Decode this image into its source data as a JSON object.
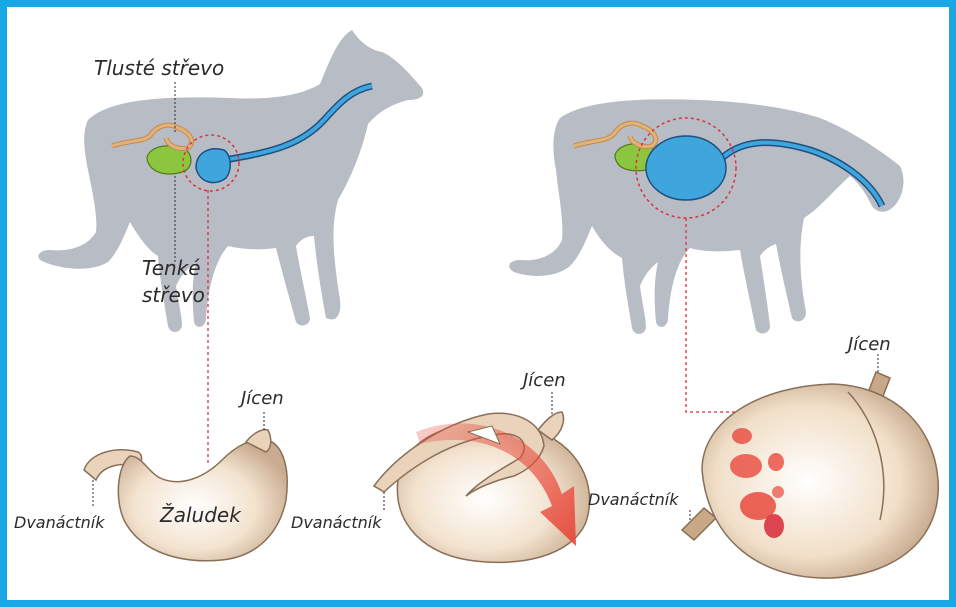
{
  "labels": {
    "large_intestine": "Tlusté střevo",
    "small_intestine_line1": "Tenké",
    "small_intestine_line2": "střevo",
    "esophagus_1": "Jícen",
    "esophagus_2": "Jícen",
    "esophagus_3": "Jícen",
    "duodenum_1": "Dvanáctník",
    "duodenum_2": "Dvanáctník",
    "duodenum_3": "Dvanáctník",
    "stomach": "Žaludek"
  },
  "colors": {
    "border": "#1aa7e6",
    "dog_silhouette": "#b8bcc4",
    "esophagus_blue": "#3ea6dc",
    "stomach_beige": "#f3e3cf",
    "small_intestine_green": "#8cc63f",
    "large_intestine_tan": "#e1b27a",
    "dotted_line_red": "#d9333f",
    "arrow_red": "#e84a3c"
  }
}
